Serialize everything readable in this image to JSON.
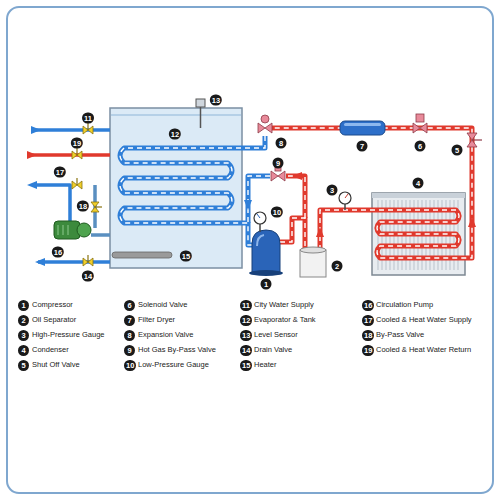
{
  "diagram": {
    "labels": [
      "1",
      "2",
      "3",
      "4",
      "5",
      "6",
      "7",
      "8",
      "9",
      "10",
      "11",
      "12",
      "13",
      "14",
      "15",
      "16",
      "17",
      "18",
      "19",
      "1",
      "2",
      "3",
      "4",
      "5",
      "6",
      "7",
      "8",
      "9",
      "10",
      "11",
      "12",
      "13",
      "14",
      "15",
      "16",
      "17",
      "18",
      "19"
    ],
    "legend": [
      {
        "text": "Compressor"
      },
      {
        "text": "Oil Separator"
      },
      {
        "text": "High-Pressure Gauge"
      },
      {
        "text": "Condenser"
      },
      {
        "text": "Shut Off Valve"
      },
      {
        "text": "Solenoid Valve"
      },
      {
        "text": "Filter Dryer"
      },
      {
        "text": "Expansion Valve"
      },
      {
        "text": "Hot Gas By-Pass Valve"
      },
      {
        "text": "Low-Pressure Gauge"
      },
      {
        "text": "City Water Supply"
      },
      {
        "text": "Evaporator & Tank"
      },
      {
        "text": "Level Sensor"
      },
      {
        "text": "Drain Valve"
      },
      {
        "text": "Heater"
      },
      {
        "text": "Circulation Pump"
      },
      {
        "text": "Cooled & Heat Water Supply"
      },
      {
        "text": "By-Pass Valve"
      },
      {
        "text": "Cooled & Heat Water Return"
      }
    ]
  }
}
